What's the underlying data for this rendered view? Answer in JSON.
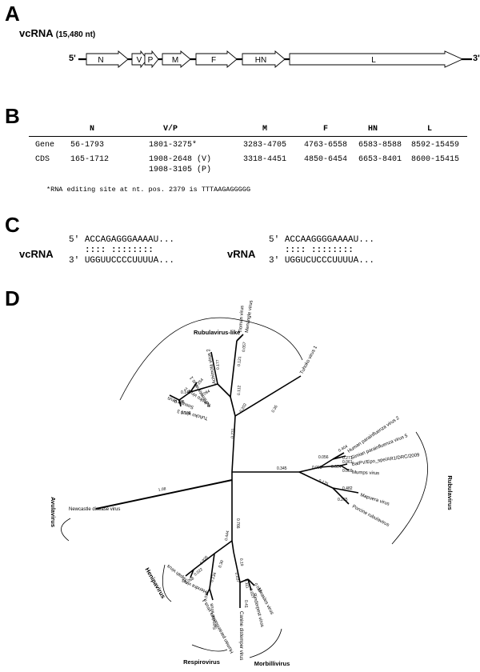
{
  "panelA": {
    "letter": "A",
    "title": "vcRNA",
    "length": "(15,480 nt)",
    "five": "5'",
    "three": "3'",
    "genes": [
      "N",
      "V",
      "P",
      "M",
      "F",
      "HN",
      "L"
    ]
  },
  "panelB": {
    "letter": "B",
    "headers": [
      "N",
      "V/P",
      "M",
      "F",
      "HN",
      "L"
    ],
    "rows": [
      {
        "label": "Gene",
        "cells": [
          "56-1793",
          "1801-3275*",
          "3283-4705",
          "4763-6558",
          "6583-8588",
          "8592-15459"
        ]
      },
      {
        "label": "CDS",
        "cells": [
          "165-1712",
          "1908-2648 (V)",
          "3318-4451",
          "4850-6454",
          "6653-8401",
          "8600-15415"
        ],
        "extra": "1908-3105 (P)"
      }
    ],
    "footnote": "*RNA editing site at nt. pos. 2379 is TTTAAGAGGGGG"
  },
  "panelC": {
    "letter": "C",
    "vc": {
      "label": "vcRNA",
      "p5": "5'",
      "p3": "3'",
      "top": "ACCAGAGGGAAAAU...",
      "match": ":::: ::::::::",
      "bottom": "UGGUUCCCCUUUUA..."
    },
    "v": {
      "label": "vRNA",
      "p5": "5'",
      "p3": "3'",
      "top": "ACCAAGGGGAAAAU...",
      "match": ":::: ::::::::",
      "bottom": "UGGUCUCCCUUUUA..."
    }
  },
  "panelD": {
    "letter": "D",
    "clades": [
      "Rubulavirus-like",
      "Rubulavirus",
      "Avulavirus",
      "Henipavirus",
      "Respirovirus",
      "Morbillivirus"
    ],
    "taxa": [
      "Tuhoko virus 1",
      "Tioman virus",
      "Menangle virus",
      "Achimota virus 2",
      "Achimota virus 1",
      "Tuhoko virus 2",
      "Sosuga virus",
      "Tuhoko virus 3",
      "Human parainfluenza virus 2",
      "Simian parainfluenza virus 5",
      "BatPV/Epo_spe/AR1/DRC/2009",
      "Mumps virus",
      "Mapuera virus",
      "Porcine rubulavirus",
      "Newcastle disease virus",
      "Nipah virus",
      "Hendra virus",
      "Human parainfluenza virus 1",
      "Sendai virus",
      "Canine distemper virus",
      "Rinderpest virus",
      "Measles virus"
    ],
    "values": [
      "0.345",
      "1.08",
      "0.766",
      "0.444",
      "0.093",
      "0.604",
      "0.175",
      "0.231",
      "0.056",
      "0.271",
      "0.061",
      "0.059",
      "0.482",
      "0.265",
      "0.202",
      "0.404",
      "0.177",
      "0.121",
      "0.135",
      "0.108",
      "0.094",
      "0.254",
      "0.145",
      "0.112",
      "0.057",
      "0.022",
      "0.058",
      "0.926",
      "0.037",
      "0.134",
      "0.016",
      "0.111",
      "0.027",
      "0.018",
      "0.35",
      "0.41",
      "0.30",
      "0.19"
    ]
  }
}
